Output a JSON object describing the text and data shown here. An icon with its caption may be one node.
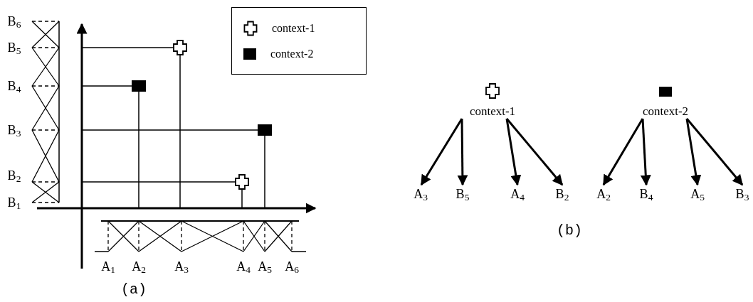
{
  "diagram": {
    "nodes": [
      {
        "text": [
          "context-1"
        ]
      },
      {
        "text": [
          "context-2"
        ]
      },
      {
        "text": [
          "A$_{3}$"
        ]
      },
      {
        "text": [
          "B$_{5}$"
        ]
      },
      {
        "text": [
          "A$_{4}$"
        ]
      },
      {
        "text": [
          "B$_{2}$"
        ]
      },
      {
        "text": [
          "A$_{2}$"
        ]
      },
      {
        "text": [
          "B$_{4}$"
        ]
      },
      {
        "text": [
          "A$_{5}$"
        ]
      },
      {
        "text": [
          "B$_{3}$"
        ]
      }
    ],
    "edges": [
      {
        "from": 0,
        "to": 2,
        "arrow": "to"
      },
      {
        "from": 0,
        "to": 3,
        "arrow": "to"
      },
      {
        "from": 0,
        "to": 4,
        "arrow": "to"
      },
      {
        "from": 0,
        "to": 5,
        "arrow": "to"
      },
      {
        "from": 1,
        "to": 6,
        "arrow": "to"
      },
      {
        "from": 1,
        "to": 7,
        "arrow": "to"
      },
      {
        "from": 1,
        "to": 8,
        "arrow": "to"
      },
      {
        "from": 1,
        "to": 9,
        "arrow": "to"
      }
    ],
    "labels": [
      "B$_{6}$",
      "B$_{5}$",
      "B$_{4}$",
      "B$_{3}$",
      "B$_{2}$",
      "B$_{1}$",
      "A$_{1}$",
      "A$_{2}$",
      "A$_{3}$",
      "A$_{4}$",
      "A$_{5}$",
      "A$_{6}$",
      "(a)",
      "(b)"
    ],
    "legend": [
      {
        "text": "context-1"
      },
      {
        "text": "context-2",
        "color": "#000000"
      }
    ]
  }
}
